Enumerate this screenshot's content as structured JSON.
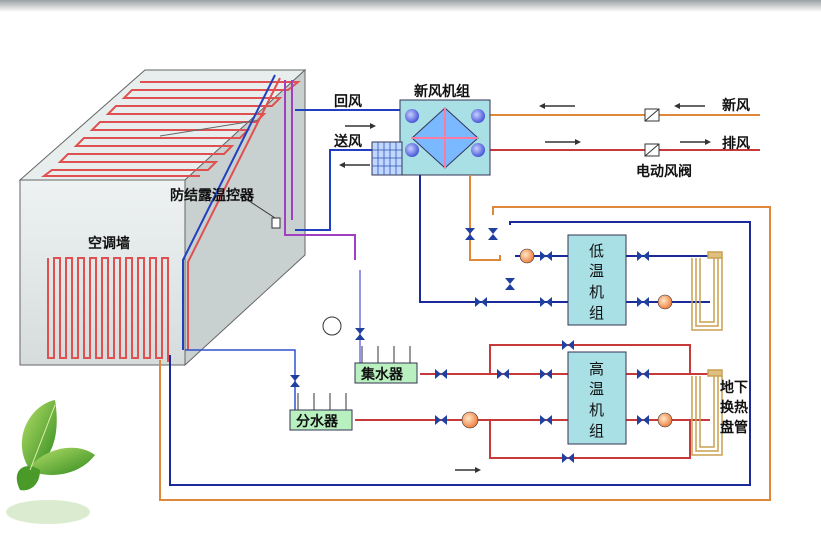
{
  "labels": {
    "return_air": "回风",
    "supply_air": "送风",
    "fresh_air_unit": "新风机组",
    "fresh_air": "新风",
    "exhaust_air": "排风",
    "motorized_damper": "电动风阀",
    "anti_condensation": "防结露温控器",
    "ac_wall": "空调墙",
    "low_temp_unit": [
      "低",
      "温",
      "机",
      "组"
    ],
    "high_temp_unit": [
      "高",
      "温",
      "机",
      "组"
    ],
    "collector": "集水器",
    "distributor": "分水器",
    "ground_exchanger": [
      "地下",
      "换热",
      "盘管"
    ]
  },
  "colors": {
    "orange_pipe": "#e0883a",
    "navy_pipe": "#1a2a9a",
    "red_pipe": "#c83a3a",
    "purple_pipe": "#a040c0",
    "unit_fill": "#a8e0e6",
    "label_box": "#b8f0c0"
  }
}
